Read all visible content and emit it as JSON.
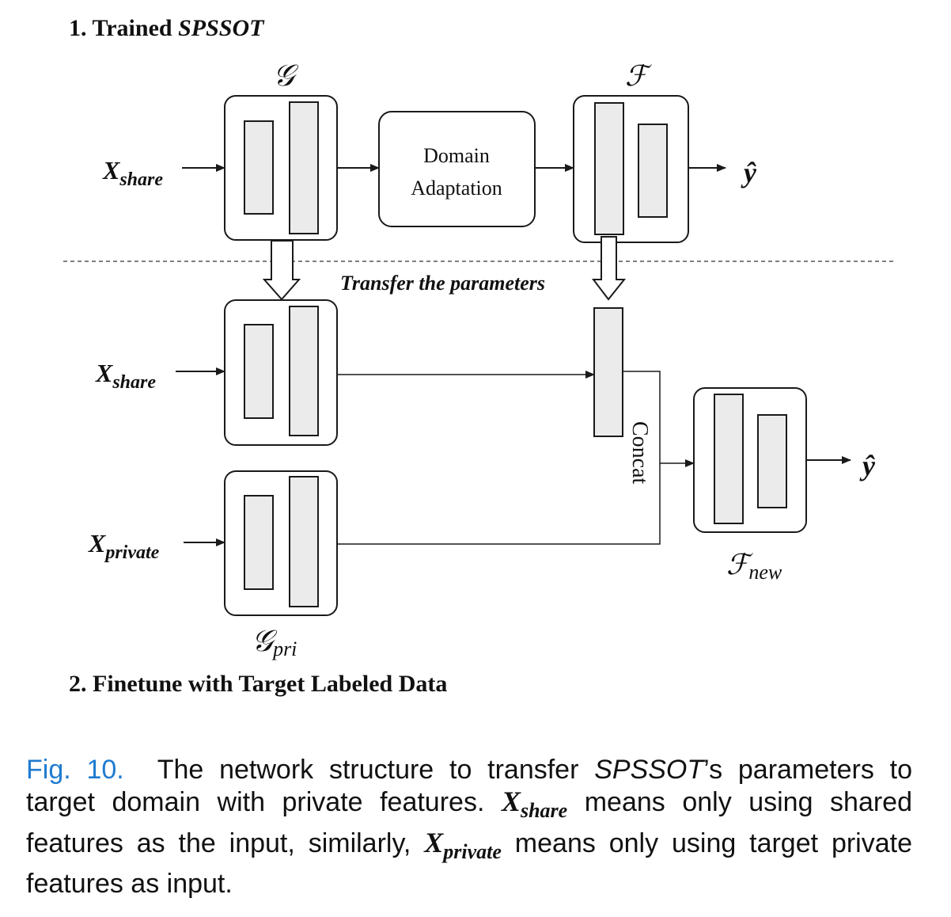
{
  "section1": {
    "num": "1. Trained ",
    "name": "SPSSOT"
  },
  "section2": {
    "title": "2. Finetune with Target Labeled Data"
  },
  "labels": {
    "G": "𝒢",
    "F": "ℱ",
    "F_new_main": "ℱ",
    "F_new_sub": "new",
    "G_pri_main": "𝒢",
    "G_pri_sub": "pri",
    "x": "X",
    "share": "share",
    "private": "private",
    "y_hat": "ŷ",
    "domain_line1": "Domain",
    "domain_line2": "Adaptation",
    "transfer": "Transfer the parameters",
    "concat": "Concat"
  },
  "caption": {
    "fig_label": "Fig. 10.",
    "part1": "The network structure to transfer ",
    "italic_name": "SPSSOT",
    "part2": "’s parameters to target domain with private features. ",
    "x": "X",
    "share": "share",
    "part3": " means only using shared features as the input, similarly, ",
    "private": "private",
    "part4": " means only using target private features as input."
  },
  "colors": {
    "box_fill": "#ebebeb",
    "stroke": "#1a1a1a",
    "caption_fig": "#1f7bd0"
  }
}
